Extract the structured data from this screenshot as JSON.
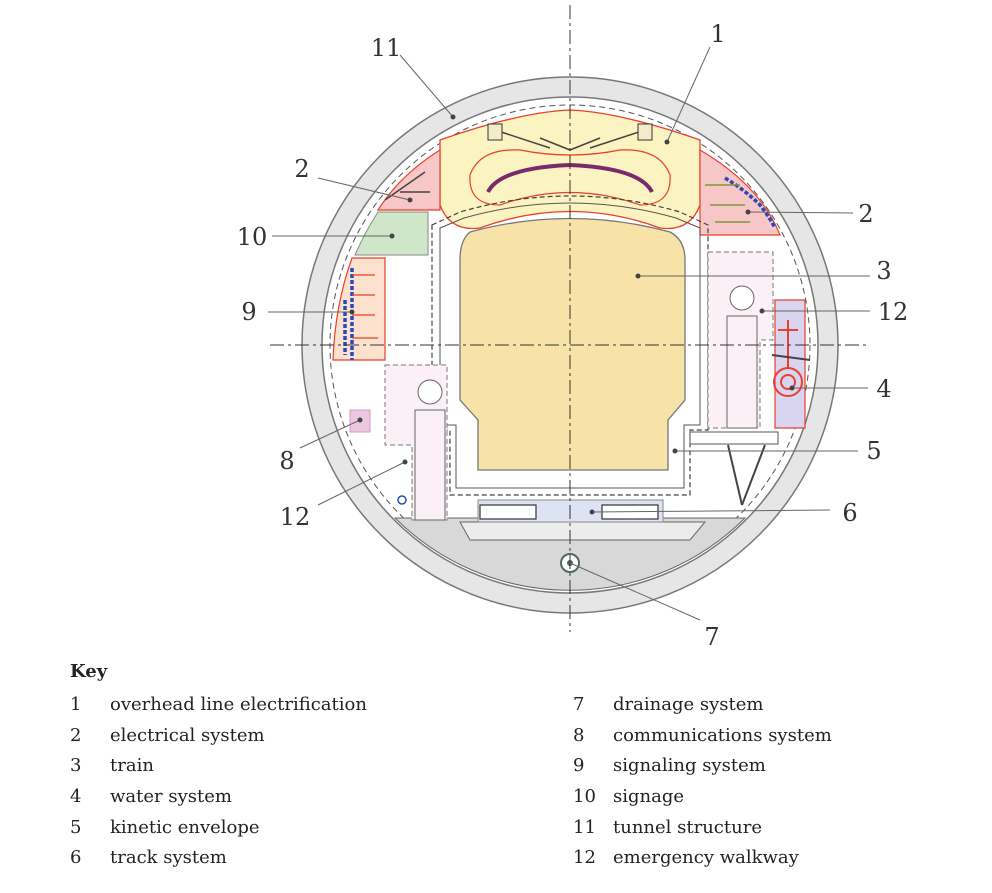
{
  "callouts": [
    "1",
    "2",
    "2",
    "3",
    "4",
    "5",
    "6",
    "7",
    "8",
    "9",
    "10",
    "11",
    "12",
    "12"
  ],
  "key": {
    "title": "Key",
    "left": [
      {
        "num": "1",
        "label": "overhead line electrification"
      },
      {
        "num": "2",
        "label": "electrical system"
      },
      {
        "num": "3",
        "label": "train"
      },
      {
        "num": "4",
        "label": "water system"
      },
      {
        "num": "5",
        "label": "kinetic envelope"
      },
      {
        "num": "6",
        "label": "track system"
      }
    ],
    "right": [
      {
        "num": "7",
        "label": "drainage system"
      },
      {
        "num": "8",
        "label": "communications system"
      },
      {
        "num": "9",
        "label": "signaling system"
      },
      {
        "num": "10",
        "label": "signage"
      },
      {
        "num": "11",
        "label": "tunnel structure"
      },
      {
        "num": "12",
        "label": "emergency walkway"
      }
    ]
  },
  "colors": {
    "tunnel_ring": "#e6e6e6",
    "overhead_line_zone": "#fbf3c2",
    "electrical_zone": "#f7c6c6",
    "signage_zone": "#cfe6c8",
    "signaling_zone": "#fde1cf",
    "train_fill": "#f7e3a7",
    "walkway_fill": "#fbf0f6",
    "water_zone": "#d9d4ef",
    "communications_zone": "#ebc8e0",
    "accent_red": "#e8402a",
    "wire_blue": "#2a49b8"
  }
}
